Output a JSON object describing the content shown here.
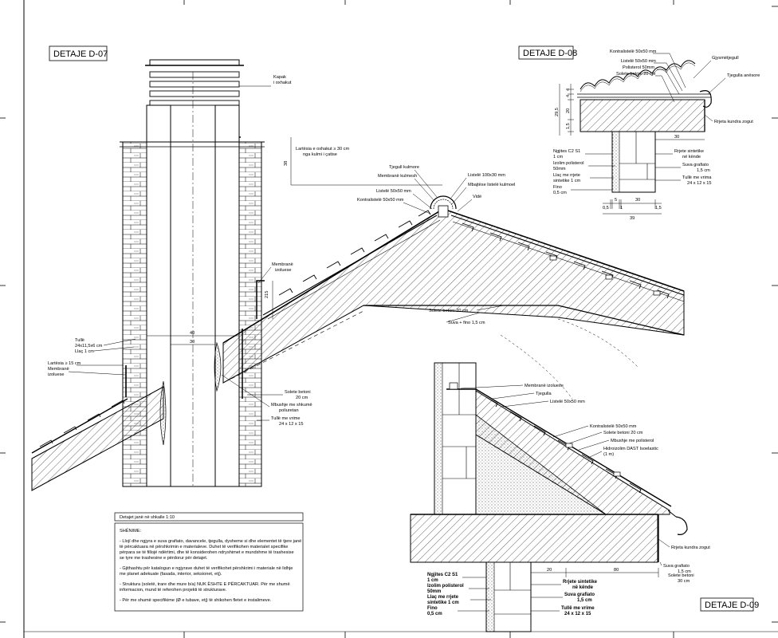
{
  "titles": {
    "d07": "DETAJE D-07",
    "d08": "DETAJE D-08",
    "d09": "DETAJE D-09"
  },
  "d07": {
    "kapak": [
      "Kapak",
      "i oxhakut"
    ],
    "larsia_oxhak": [
      "Lartësia e oxhakut ≥ 30 cm",
      "nga kulmi i çatise"
    ],
    "dim_38": "38",
    "tjegull_kulmore": "Tjegull kulmore",
    "membrane_kulmesh": "Membranë kulmesh",
    "listele_50": "Listelë 50x50 mm",
    "kontralistele_50": "Kontralistelë 50x50 mm",
    "listele_100": "Listelë 100x30 mm",
    "mbajtese": "Mbajtëse listelë kulmoel",
    "vide": "Vidë",
    "membrane_izoluese": [
      "Membranë",
      "izoluese"
    ],
    "dim_215": "215",
    "solete_betoni": "Solete betoni 20 cm",
    "suva_fino": "Suva + fino 1,5 cm",
    "dim_40": "40",
    "dim_30": "30",
    "tulle": [
      "Tullë",
      "24x11,5x6 cm",
      "Llaç 1 cm"
    ],
    "lartesia_15": [
      "Lartësia ≥ 15 cm",
      "Membranë",
      "izoluese"
    ],
    "solete_20": [
      "Solete betoni",
      "20 cm"
    ],
    "mbushje": [
      "Mbushje me shkumë",
      "poliuretan"
    ],
    "tulle_vrime": [
      "Tullë me vrime",
      "24 x 12 x 15"
    ]
  },
  "d08": {
    "kontralistele": "Kontralistelë 50x50 mm",
    "listele": "Listelë 50x50 mm",
    "polisterol": "Polisterol 50mm",
    "solete": "Solete betoni 20 cm",
    "gjysmetjegull": "Gjysmëtjegull",
    "tjegulla_anesore": "Tjegulla anësore",
    "rrjeta_kundra": "Rrjeta kundra zogut",
    "dims_left": [
      "4",
      "4",
      "20",
      "29,5",
      "1,5"
    ],
    "dim_30": "30",
    "left_labels": [
      "Ngjites C2 S1",
      "1 cm",
      "Izolim polisterol",
      "50mm",
      "Llaç me rrjete",
      "sintetike 1 cm",
      "Fino",
      "0,5 cm"
    ],
    "right_labels": [
      "Rrjete sintetike",
      "në kënde",
      "Suva grafiato",
      "1,5 cm",
      "Tullë me vrima",
      "24 x 12 x 15"
    ],
    "dims_bottom": [
      "0,5",
      "5",
      "1",
      "30",
      "1,5"
    ],
    "dim_39": "39"
  },
  "d09": {
    "membrane": "Membranë izoluese",
    "tjegulla": "Tjegulla",
    "listele": "Listelë 50x50 mm",
    "kontralistele": "Kontralistelë 50x50 mm",
    "solete": "Solete betoni 20 cm",
    "mbushje": "Mbushje me polisterol",
    "hidroizolim": [
      "Hidroizolim DAST Isoelastic",
      "(1 m)"
    ],
    "rrjeta": "Rrjeta kundra zogut",
    "suva": [
      "Suva grafiato",
      "1,5 cm"
    ],
    "solete_30": [
      "Solete betoni",
      "30 cm"
    ],
    "dims": [
      "20",
      "80"
    ],
    "left_labels": [
      "Ngjites C2 S1",
      "1 cm",
      "Izolim polisterol",
      "50mm",
      "Llaç me rrjete",
      "sintetike 1 cm",
      "Fino",
      "0,5 cm"
    ],
    "right_labels": [
      "Rrjete sintetike",
      "në kënde",
      "Suva grafiato",
      "1,5 cm",
      "Tullë me vrime",
      "24 x 12 x 15"
    ]
  },
  "notes": {
    "header": "Detajet janë në  shkalle 1:10",
    "title": "SHËNIME:",
    "paragraphs": [
      [
        "- Llojï dhe ngjyra e suva grafiato, davancele, tjegulla, dysheme si dhe elementet të tjere janë",
        "  të përcaktuara në përshkrimin e materialeve. Duhet të verifikohen materialet specifike",
        "  përpara se të fillojë ndërtimi, dhe të konsiderohen ndryshimet  e mundshme të trashesise",
        "  se tyre me trashesine e përdorur për detajet."
      ],
      [
        "- Gjithashtu për katalogun e ngjyrave  duhet të verifikohet përshkrimi i materiale në lidhje",
        "  me planet adekuate (fasada, interior, seksionet, etj)."
      ],
      [
        "- Struktura (soletë, trare dhe mure b/a) NUK ËSHTE E PËRCAKTUAR. Për me shumë",
        "  informacion, mund të referohen projekti të strukturave."
      ],
      [
        "- Për me shumë specifikime (Ø e tubave, etj) të shikohen fletet e instalimeve."
      ]
    ]
  }
}
